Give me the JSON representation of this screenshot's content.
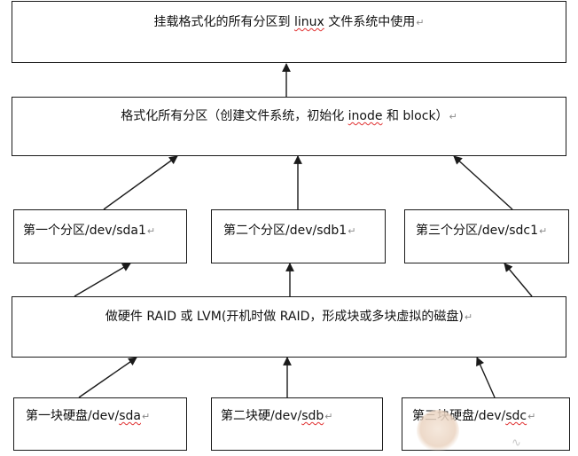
{
  "mark": "↵",
  "boxes": {
    "mount": {
      "pre": "挂载格式化的所有分区到 ",
      "squig": "linux",
      "post": " 文件系统中使用"
    },
    "format": {
      "pre": "格式化所有分区（创建文件系统，初始化 ",
      "squig": "inode",
      "post": " 和 block）"
    },
    "part1": {
      "pre": "第一个分区/dev/sda1",
      "squig": "",
      "post": ""
    },
    "part2": {
      "pre": "第二个分区/dev/sdb1",
      "squig": "",
      "post": ""
    },
    "part3": {
      "pre": "第三个分区/dev/sdc1",
      "squig": "",
      "post": ""
    },
    "raid": {
      "pre": "做硬件 RAID 或 LVM(开机时做 RAID，形成块或多块虚拟的磁盘)",
      "squig": "",
      "post": ""
    },
    "disk1": {
      "pre": "第一块硬盘/dev/",
      "squig": "sda",
      "post": ""
    },
    "disk2": {
      "pre": "第二块硬/dev/",
      "squig": "sdb",
      "post": ""
    },
    "disk3": {
      "pre": "第三块硬盘/dev/",
      "squig": "sdc",
      "post": ""
    }
  },
  "colors": {
    "border": "#1a1a1a",
    "arrow": "#1a1a1a",
    "spellcheck": "#e03030"
  },
  "watermark_icon": "pet-logo-icon"
}
